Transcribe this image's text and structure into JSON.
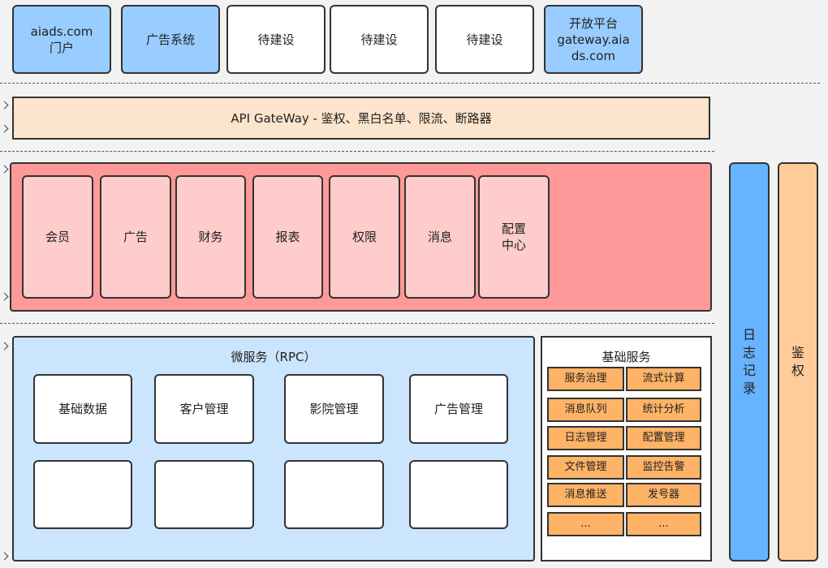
{
  "portals": [
    {
      "label": "aiads.com\n门户"
    },
    {
      "label": "广告系统"
    },
    {
      "label": "待建设"
    },
    {
      "label": "待建设"
    },
    {
      "label": "待建设"
    },
    {
      "label": "开放平台\ngateway.aia\nds.com"
    }
  ],
  "gateway": {
    "label": "API GateWay - 鉴权、黑白名单、限流、断路器"
  },
  "business": {
    "items": [
      {
        "label": "会员"
      },
      {
        "label": "广告"
      },
      {
        "label": "财务"
      },
      {
        "label": "报表"
      },
      {
        "label": "权限"
      },
      {
        "label": "消息"
      },
      {
        "label": "配置\n中心"
      }
    ]
  },
  "microservices": {
    "title": "微服务（RPC）",
    "services": [
      {
        "label": "基础数据"
      },
      {
        "label": "客户管理"
      },
      {
        "label": "影院管理"
      },
      {
        "label": "广告管理"
      },
      {
        "label": ""
      },
      {
        "label": ""
      },
      {
        "label": ""
      },
      {
        "label": ""
      }
    ]
  },
  "base_services": {
    "title": "基础服务",
    "items": [
      {
        "label": "服务治理"
      },
      {
        "label": "流式计算"
      },
      {
        "label": "消息队列"
      },
      {
        "label": "统计分析"
      },
      {
        "label": "日志管理"
      },
      {
        "label": "配置管理"
      },
      {
        "label": "文件管理"
      },
      {
        "label": "监控告警"
      },
      {
        "label": "消息推送"
      },
      {
        "label": "发号器"
      },
      {
        "label": "..."
      },
      {
        "label": "..."
      }
    ]
  },
  "side": {
    "log": "日\n志\n记\n录",
    "auth": "鉴\n权"
  },
  "colors": {
    "portal_blue": "#99ccff",
    "gateway_bg": "#fde4cc",
    "business_bg": "#ff9999",
    "business_item_bg": "#ffcccc",
    "micro_bg": "#cce5ff",
    "base_item_bg": "#ffb366",
    "log_bg": "#66b3ff",
    "auth_bg": "#ffcc99"
  }
}
